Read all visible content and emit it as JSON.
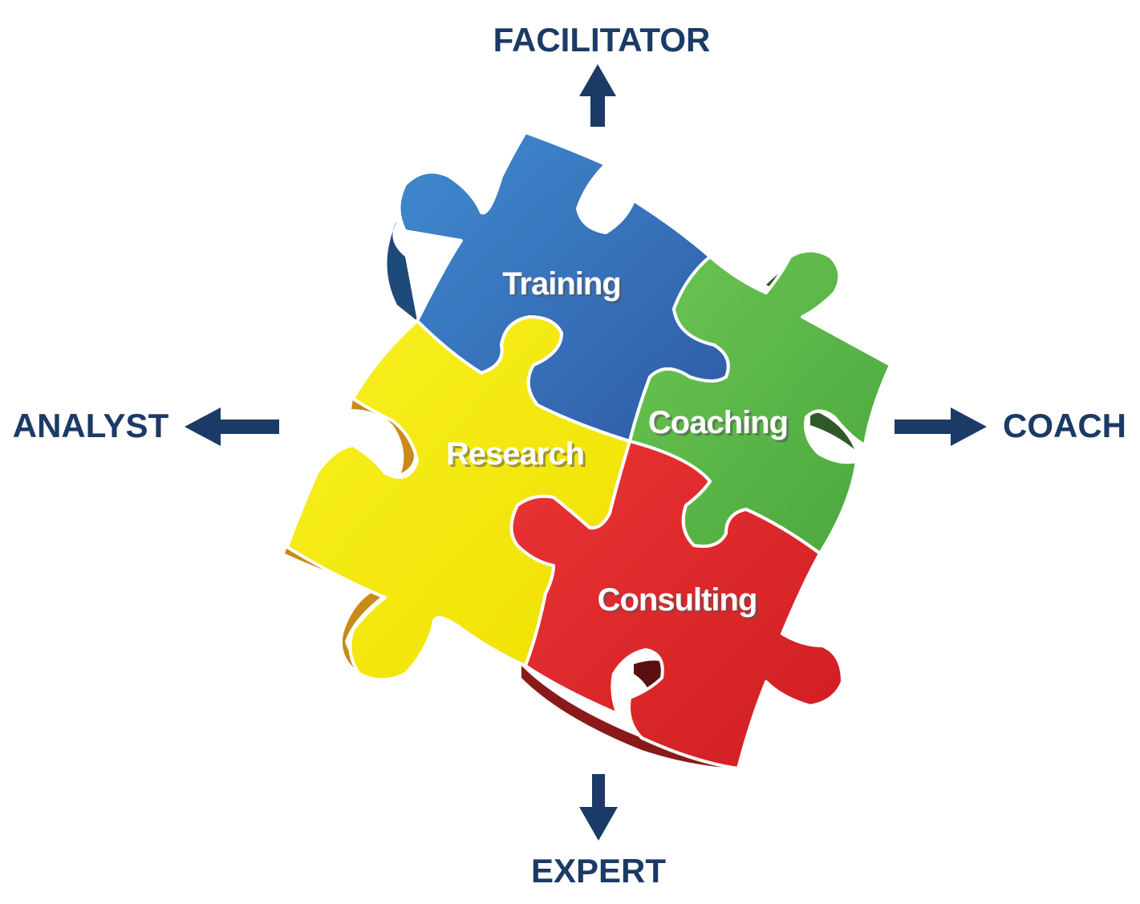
{
  "roles": {
    "top": "FACILITATOR",
    "bottom": "EXPERT",
    "left": "ANALYST",
    "right": "COACH"
  },
  "pieces": {
    "training": {
      "label": "Training",
      "color": "#3a6db5"
    },
    "coaching": {
      "label": "Coaching",
      "color": "#5cb947"
    },
    "research": {
      "label": "Research",
      "color": "#f5ec0c"
    },
    "consulting": {
      "label": "Consulting",
      "color": "#e5262a"
    }
  },
  "colors": {
    "text": "#1b3a66",
    "arrow": "#1b3a66",
    "piece_outline": "#ffffff"
  }
}
